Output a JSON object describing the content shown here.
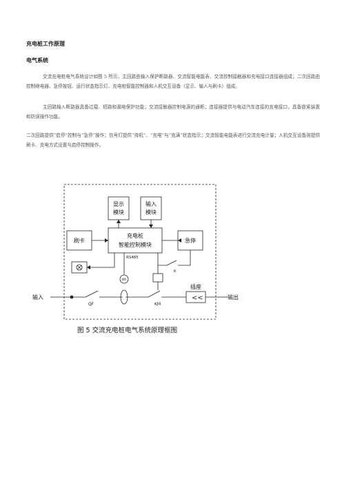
{
  "title": "充电桩工作原理",
  "section": "电气系统",
  "paragraphs": [
    "交流充电桩电气系统设计如图 5 所示，主回路由输入保护断路器、交流智能电能表、交流控制接触器和充电接口连接器组成；二次回路由控制继电器、急停按钮、运行状态指示灯、充电桩智能控制器和人机交互设备（显示、输入与刷卡）组成。",
    "主回路输入断路器具备过载、短路和漏电保护功能；交流接触器控制电源的通断；连接器提供与电动汽车连接的充电接口，具备锁紧装置和防误操作功能。",
    "二次回路提供“启停”控制与“急停”操作；信号灯提供“待机”、“充电”与“充满”状态指示；交流智能电能表进行交流充电计量；人机交互设备则提供刷卡、充电方式设置与启停控制操作。"
  ],
  "diagram": {
    "display_module": [
      "显示",
      "模块"
    ],
    "input_module": [
      "输入",
      "模块"
    ],
    "card_reader": "刷卡",
    "controller": [
      "充电桩",
      "智能控制模块"
    ],
    "emergency_stop": "急停",
    "rs485": "RS485",
    "relay_k": "K",
    "meter": "Wh",
    "breaker": "QF",
    "contactor": "KM",
    "socket": "插座",
    "input": "输入",
    "output": "输出"
  },
  "caption": "图 5  交流充电桩电气系统原理框图"
}
